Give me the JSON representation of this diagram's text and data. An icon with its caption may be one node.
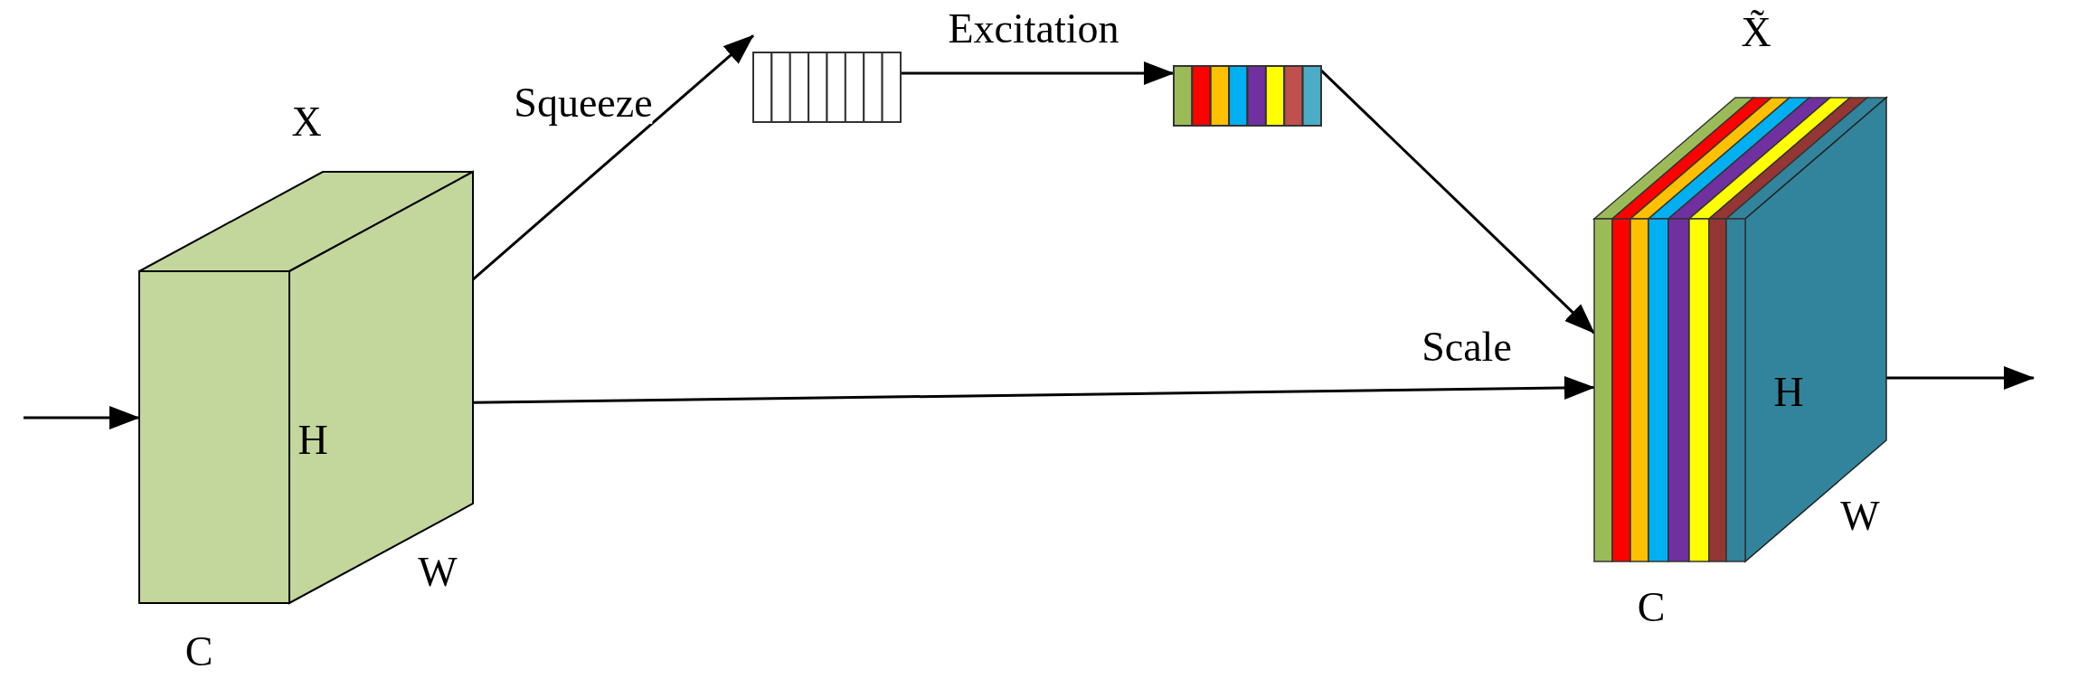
{
  "diagram": {
    "nodes": [
      {
        "text": [
          "H",
          "W"
        ],
        "beside": [
          "X",
          "C"
        ]
      },
      {
        "text": [],
        "shape": "bar"
      },
      {
        "text": [],
        "shape": "bar"
      },
      {
        "text": [
          "H",
          "W"
        ],
        "beside": [
          "X̃",
          "C"
        ]
      }
    ],
    "edges": [
      {
        "from": null,
        "to": 0,
        "arrow": "to"
      },
      {
        "from": 0,
        "to": 1,
        "label": "Squeeze",
        "arrow": "to"
      },
      {
        "from": 1,
        "to": 2,
        "label": "Excitation",
        "arrow": "to"
      },
      {
        "from": 2,
        "to": 3,
        "arrow": "to"
      },
      {
        "from": 0,
        "to": 3,
        "label": "Scale",
        "arrow": "to"
      },
      {
        "from": 3,
        "to": null,
        "arrow": "to"
      }
    ]
  }
}
